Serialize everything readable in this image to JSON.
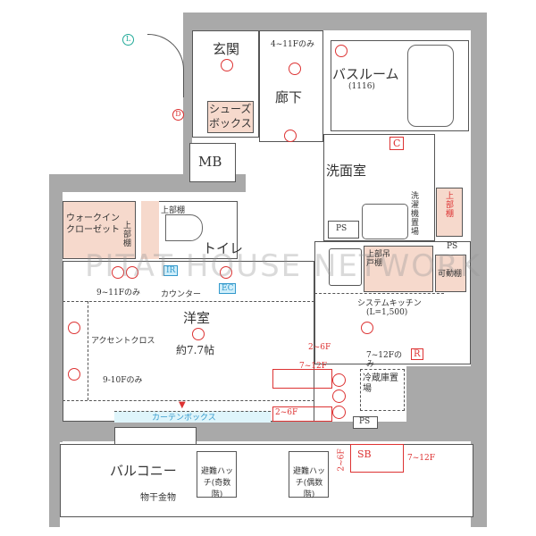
{
  "rooms": {
    "entrance": "玄関",
    "shoe_box": "シューズボックス",
    "corridor": "廊下",
    "corridor_note": "4~11Fのみ",
    "bathroom": "バスルーム",
    "bathroom_size": "(1116)",
    "mb": "MB",
    "washroom": "洗面室",
    "washer": "洗濯機置場",
    "upper_shelf_wash": "上部棚",
    "ps1": "PS",
    "ps2": "PS",
    "ps3": "PS",
    "wic": "ウォークインクローゼット",
    "wic_shelf": "上部棚",
    "toilet": "トイレ",
    "toilet_shelf": "上部棚",
    "western": "洋室",
    "western_size": "約7.7帖",
    "counter": "カウンター",
    "note_9_11": "9~11Fのみ",
    "accent": "アクセントクロス",
    "note_9_10": "9-10Fのみ",
    "curtain": "カーテンボックス",
    "kitchen": "システムキッチン",
    "kitchen_size": "(L=1,500)",
    "kitchen_cabinet": "上部吊戸棚",
    "movable_shelf": "可動棚",
    "fridge": "冷蔵庫置場",
    "note_7_12_only": "7~12Fのみ",
    "note_2_6F_a": "2~6F",
    "note_7_12F_a": "7~12F",
    "note_2_6F_b": "2~6F",
    "note_7_12F_b": "7~12F",
    "note_2_6F_c": "2~6F",
    "balcony": "バルコニー",
    "clothes_hanger": "物干金物",
    "hatch_odd": "避難ハッチ(奇数階)",
    "hatch_even": "避難ハッチ(偶数階)",
    "sb": "SB",
    "ir": "IR",
    "ec": "EC",
    "c_mark": "C",
    "r_mark": "R",
    "l_mark": "L",
    "d_mark": "D"
  },
  "watermark": "PITAT HOUSE NETWORK",
  "colors": {
    "wall": "#a9a9a9",
    "fixture": "#dd3333",
    "closet": "#f6d9cc"
  }
}
